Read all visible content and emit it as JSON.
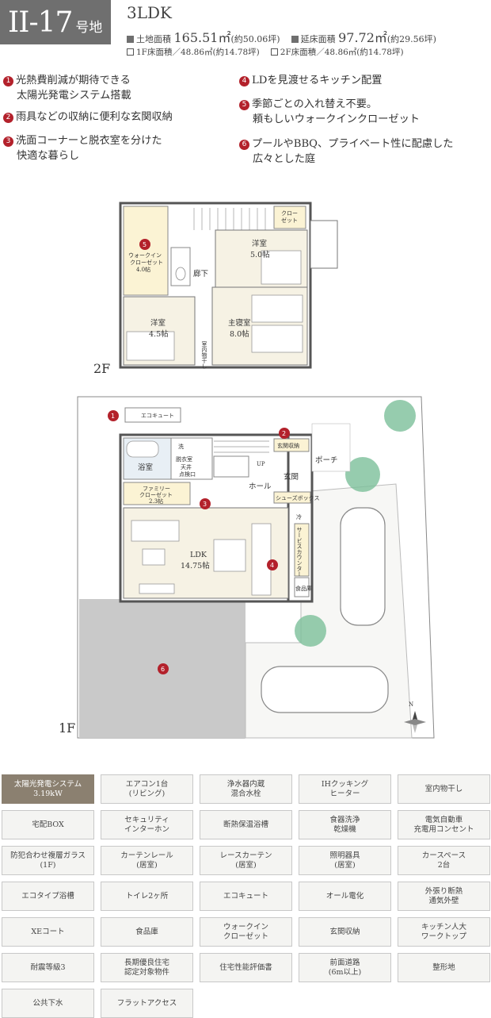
{
  "header": {
    "lot_number": "II-17",
    "lot_suffix": "号地",
    "plan_type": "3LDK",
    "land_area_label": "土地面積",
    "land_area_value": "165.51㎡",
    "land_area_tsubo": "(約50.06坪)",
    "floor_area_label": "延床面積",
    "floor_area_value": "97.72㎡",
    "floor_area_tsubo": "(約29.56坪)",
    "floor1_area": "1F床面積／48.86㎡(約14.78坪)",
    "floor2_area": "2F床面積／48.86㎡(約14.78坪)"
  },
  "features": [
    {
      "num": "1",
      "line1": "光熱費削減が期待できる",
      "line2": "太陽光発電システム搭載"
    },
    {
      "num": "2",
      "line1": "雨具などの収納に便利な玄関収納",
      "line2": ""
    },
    {
      "num": "3",
      "line1": "洗面コーナーと脱衣室を分けた",
      "line2": "快適な暮らし"
    },
    {
      "num": "4",
      "line1": "LDを見渡せるキッチン配置",
      "line2": ""
    },
    {
      "num": "5",
      "line1": "季節ごとの入れ替え不要。",
      "line2": "頼もしいウォークインクローゼット"
    },
    {
      "num": "6",
      "line1": "プールやBBQ、プライベート性に配慮した",
      "line2": "広々とした庭"
    }
  ],
  "floor2": {
    "label": "2F",
    "rooms": {
      "walkin": "ウォークイン",
      "walkin2": "クローゼット",
      "walkin3": "4.0帖",
      "closet": "クロー",
      "closet2": "ゼット",
      "hall": "廊下",
      "western1": "洋室",
      "western1_size": "5.0帖",
      "western2": "洋室",
      "western2_size": "4.5帖",
      "master": "主寝室",
      "master_size": "8.0帖",
      "indoor_dry": "室内物干し"
    }
  },
  "floor1": {
    "label": "1F",
    "rooms": {
      "ecocute": "エコキュート",
      "wash": "洗",
      "dressing": "脱衣室",
      "bath": "浴室",
      "ceiling": "天井",
      "inspection": "点検口",
      "family_closet": "ファミリー",
      "family_closet2": "クローゼット",
      "family_closet3": "2.3帖",
      "hall": "ホール",
      "entrance": "玄関",
      "entrance_storage": "玄関収納",
      "porch": "ポーチ",
      "shoes_box": "シューズボックス",
      "up": "UP",
      "ldk": "LDK",
      "ldk_size": "14.75帖",
      "fridge": "冷",
      "service_counter": "サービスカウンター",
      "pantry": "食品庫",
      "north": "N"
    }
  },
  "amenities": [
    {
      "text": "太陽光発電システム\n3.19kW",
      "highlight": true
    },
    {
      "text": "エアコン1台\n(リビング)",
      "highlight": false
    },
    {
      "text": "浄水器内蔵\n混合水栓",
      "highlight": false
    },
    {
      "text": "IHクッキング\nヒーター",
      "highlight": false
    },
    {
      "text": "室内物干し",
      "highlight": false
    },
    {
      "text": "宅配BOX",
      "highlight": false
    },
    {
      "text": "セキュリティ\nインターホン",
      "highlight": false
    },
    {
      "text": "断熱保温浴槽",
      "highlight": false
    },
    {
      "text": "食器洗浄\n乾燥機",
      "highlight": false
    },
    {
      "text": "電気自動車\n充電用コンセント",
      "highlight": false
    },
    {
      "text": "防犯合わせ複層ガラス\n(1F)",
      "highlight": false
    },
    {
      "text": "カーテンレール\n(居室)",
      "highlight": false
    },
    {
      "text": "レースカーテン\n(居室)",
      "highlight": false
    },
    {
      "text": "照明器具\n(居室)",
      "highlight": false
    },
    {
      "text": "カースペース\n2台",
      "highlight": false
    },
    {
      "text": "エコタイプ浴槽",
      "highlight": false
    },
    {
      "text": "トイレ2ヶ所",
      "highlight": false
    },
    {
      "text": "エコキュート",
      "highlight": false
    },
    {
      "text": "オール電化",
      "highlight": false
    },
    {
      "text": "外張り断熱\n通気外壁",
      "highlight": false
    },
    {
      "text": "XEコート",
      "highlight": false
    },
    {
      "text": "食品庫",
      "highlight": false
    },
    {
      "text": "ウォークイン\nクローゼット",
      "highlight": false
    },
    {
      "text": "玄関収納",
      "highlight": false
    },
    {
      "text": "キッチン人大\nワークトップ",
      "highlight": false
    },
    {
      "text": "耐震等級3",
      "highlight": false
    },
    {
      "text": "長期優良住宅\n認定対象物件",
      "highlight": false
    },
    {
      "text": "住宅性能評価書",
      "highlight": false
    },
    {
      "text": "前面道路\n(6m以上)",
      "highlight": false
    },
    {
      "text": "整形地",
      "highlight": false
    },
    {
      "text": "公共下水",
      "highlight": false
    },
    {
      "text": "フラットアクセス",
      "highlight": false
    }
  ]
}
